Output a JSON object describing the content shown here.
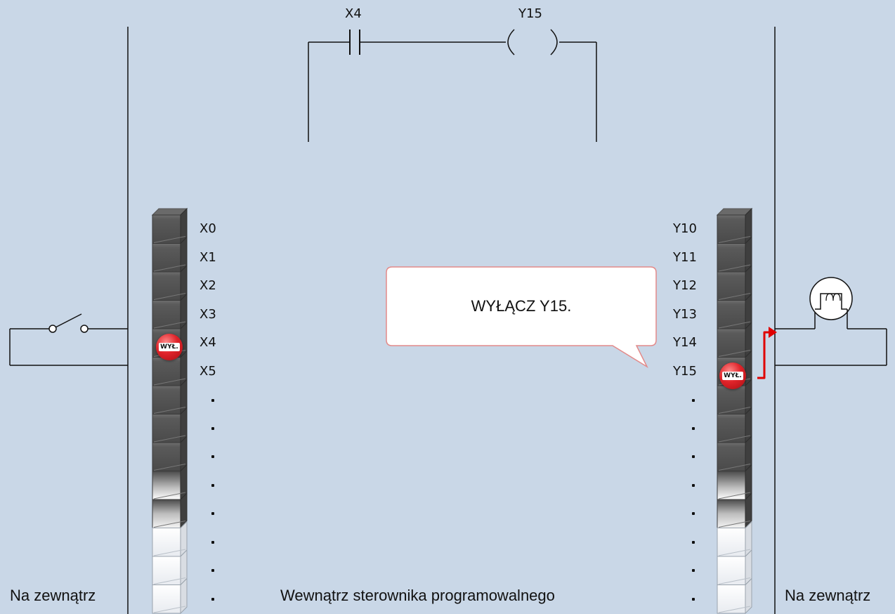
{
  "ladder": {
    "contact_label": "X4",
    "coil_label": "Y15"
  },
  "inputs": {
    "labels": [
      "X0",
      "X1",
      "X2",
      "X3",
      "X4",
      "X5"
    ],
    "active_badge": "WYŁ."
  },
  "outputs": {
    "labels": [
      "Y10",
      "Y11",
      "Y12",
      "Y13",
      "Y14",
      "Y15"
    ],
    "active_badge": "WYŁ."
  },
  "callout": {
    "text": "WYŁĄCZ Y15."
  },
  "regions": {
    "left": "Na zewnątrz",
    "center": "Wewnątrz sterownika programowalnego",
    "right": "Na zewnątrz"
  },
  "colors": {
    "background": "#c9d7e7",
    "badge": "#d8191e",
    "signal": "#e00000",
    "callout_border": "#e38a8a"
  }
}
